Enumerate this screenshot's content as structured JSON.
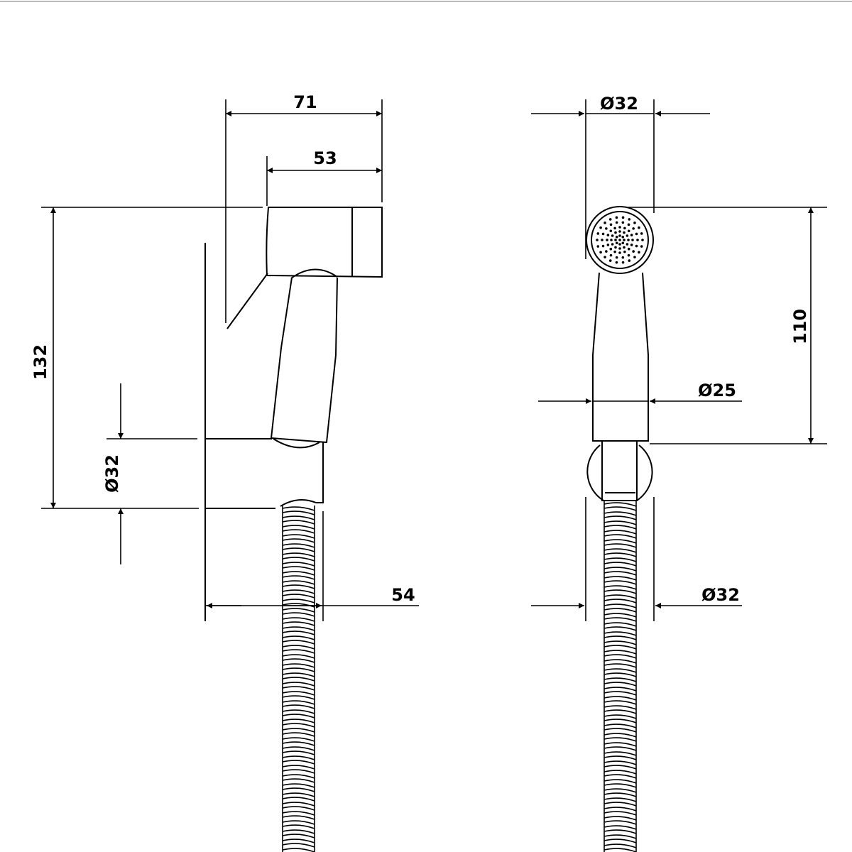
{
  "side_view": {
    "dim_total_depth": "71",
    "dim_head_depth": "53",
    "dim_total_height": "132",
    "dim_holder_diameter": "Ø32",
    "dim_holder_projection": "54"
  },
  "front_view": {
    "dim_head_diameter": "Ø32",
    "dim_handle_length": "110",
    "dim_handle_diameter": "Ø25",
    "dim_holder_diameter": "Ø32"
  },
  "colors": {
    "line": "#000000",
    "background": "#ffffff",
    "frame": "#bbbbbb"
  }
}
